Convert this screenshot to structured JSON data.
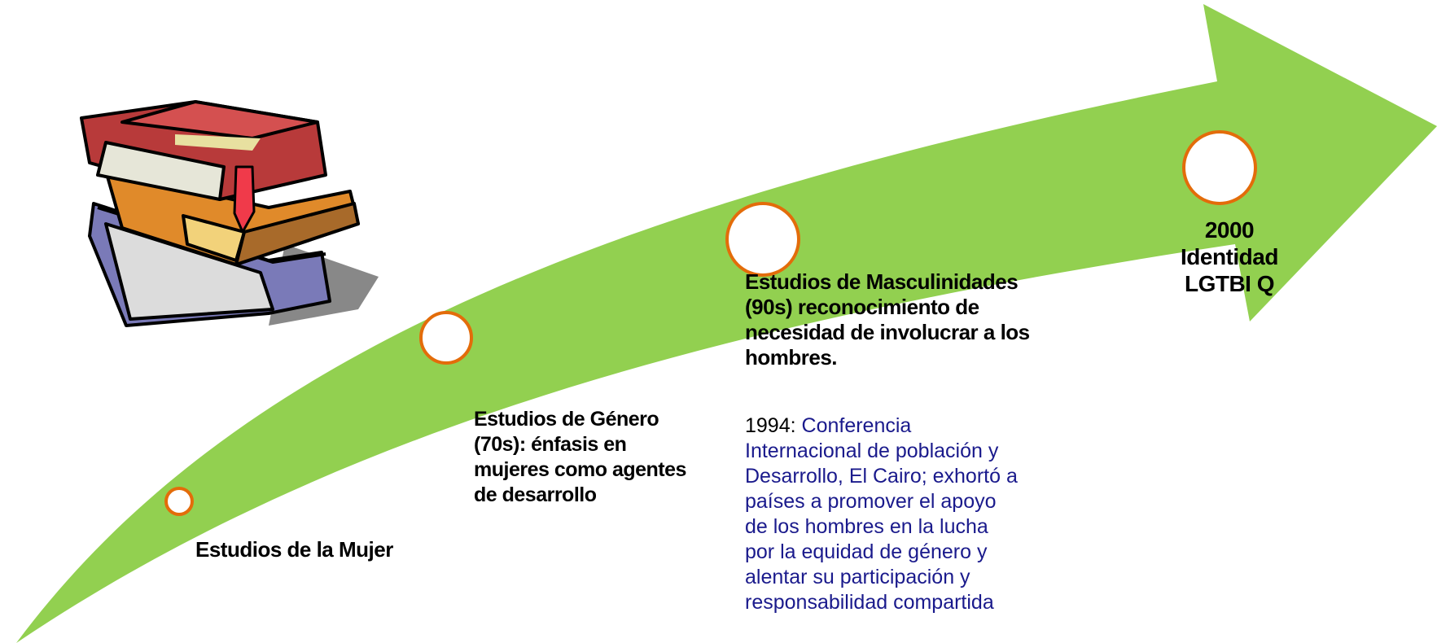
{
  "milestones": [
    {
      "label": "Estudios de la Mujer"
    },
    {
      "label": "Estudios de Género (70s): énfasis en mujeres como agentes de desarrollo"
    },
    {
      "label": "Estudios de Masculinidades (90s) reconocimiento de necesidad de involucrar a los hombres."
    },
    {
      "year": "2000",
      "line1": "Identidad",
      "line2": "LGTBI Q"
    }
  ],
  "note": {
    "year": "1994: ",
    "text": "Conferencia\nInternacional de población  y\nDesarrollo, El Cairo;  exhortó a\npaíses a promover  el apoyo\nde los hombres en  la lucha\npor la equidad de  género y\nalentar su participación y\nresponsabilidad compartida"
  },
  "colors": {
    "arrow": "#92D050",
    "marker_stroke": "#E36C0A",
    "marker_fill": "#FFFFFF",
    "note_text": "#1a1a8c"
  },
  "icons": [
    "books-stack-icon"
  ]
}
